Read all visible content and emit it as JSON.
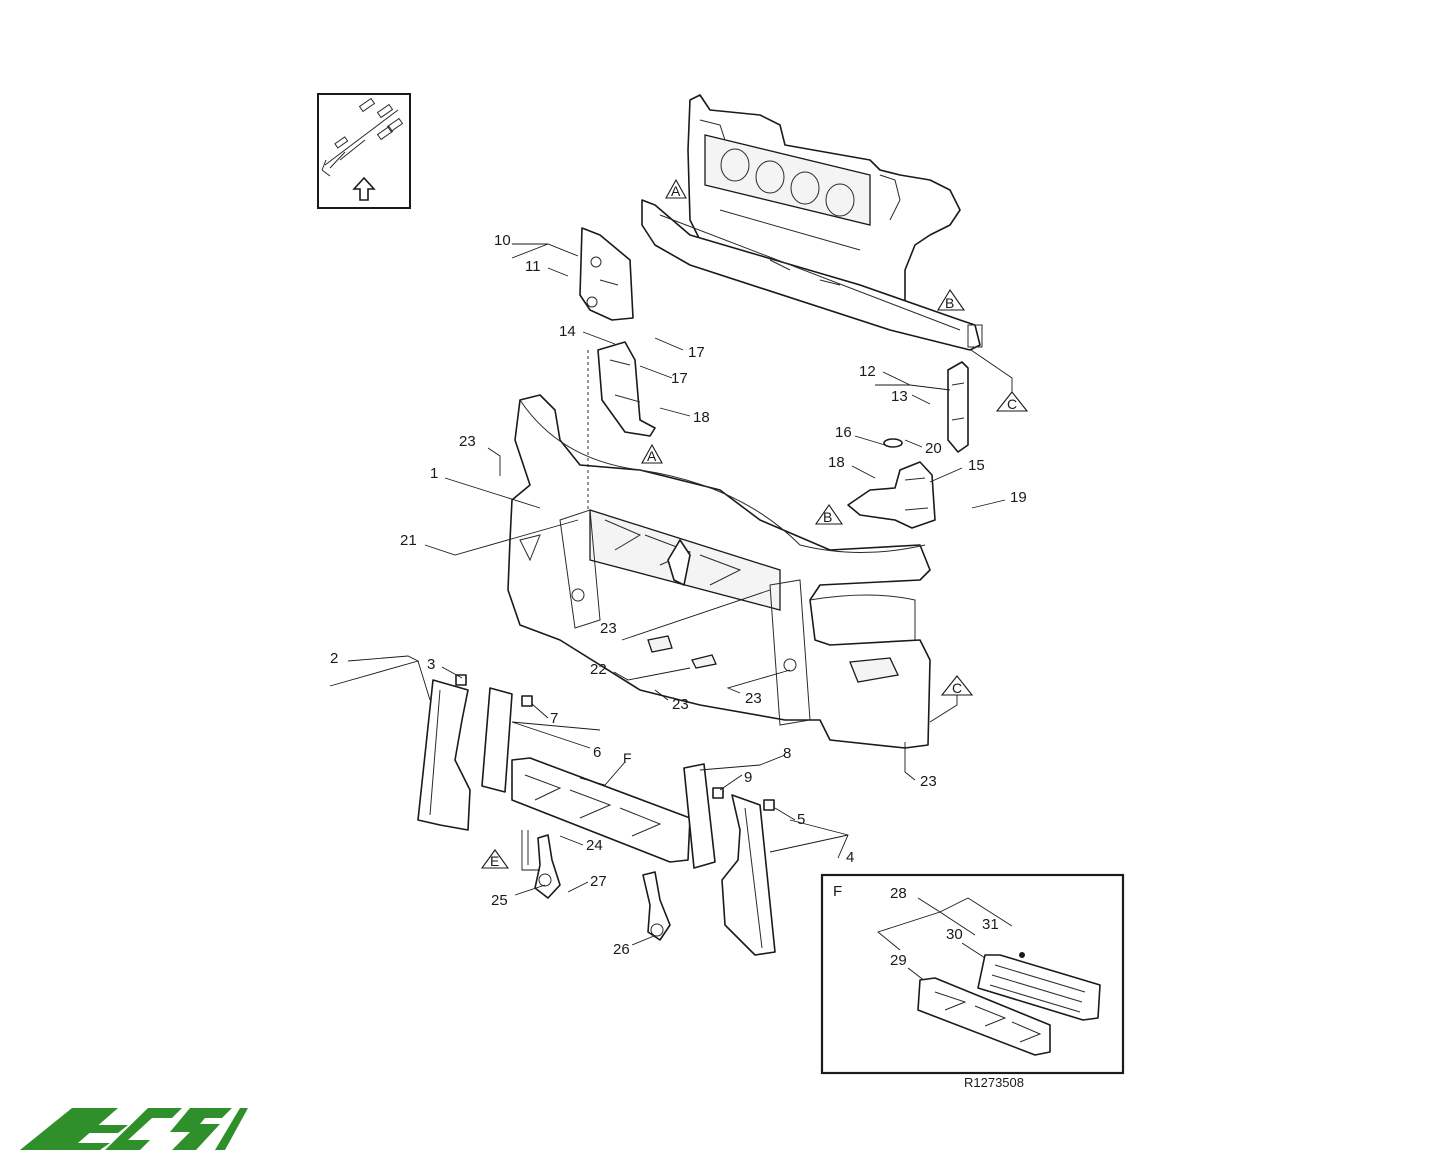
{
  "drawing": {
    "reference": "R1273508",
    "detail_label": "F",
    "callouts": [
      {
        "id": "c1",
        "label": "1"
      },
      {
        "id": "c2",
        "label": "2"
      },
      {
        "id": "c3",
        "label": "3"
      },
      {
        "id": "c4",
        "label": "4"
      },
      {
        "id": "c5",
        "label": "5"
      },
      {
        "id": "c6",
        "label": "6"
      },
      {
        "id": "c7",
        "label": "7"
      },
      {
        "id": "c8",
        "label": "8"
      },
      {
        "id": "c9",
        "label": "9"
      },
      {
        "id": "c10",
        "label": "10"
      },
      {
        "id": "c11",
        "label": "11"
      },
      {
        "id": "c12",
        "label": "12"
      },
      {
        "id": "c13",
        "label": "13"
      },
      {
        "id": "c14",
        "label": "14"
      },
      {
        "id": "c15",
        "label": "15"
      },
      {
        "id": "c16",
        "label": "16"
      },
      {
        "id": "c17a",
        "label": "17"
      },
      {
        "id": "c17b",
        "label": "17"
      },
      {
        "id": "c18a",
        "label": "18"
      },
      {
        "id": "c18b",
        "label": "18"
      },
      {
        "id": "c19",
        "label": "19"
      },
      {
        "id": "c20",
        "label": "20"
      },
      {
        "id": "c21",
        "label": "21"
      },
      {
        "id": "c22",
        "label": "22"
      },
      {
        "id": "c23a",
        "label": "23"
      },
      {
        "id": "c23b",
        "label": "23"
      },
      {
        "id": "c23c",
        "label": "23"
      },
      {
        "id": "c23d",
        "label": "23"
      },
      {
        "id": "c23e",
        "label": "23"
      },
      {
        "id": "c24",
        "label": "24"
      },
      {
        "id": "c25",
        "label": "25"
      },
      {
        "id": "c26",
        "label": "26"
      },
      {
        "id": "c27",
        "label": "27"
      },
      {
        "id": "c28",
        "label": "28"
      },
      {
        "id": "c29",
        "label": "29"
      },
      {
        "id": "c30",
        "label": "30"
      },
      {
        "id": "c31",
        "label": "31"
      }
    ],
    "reference_marks": [
      {
        "id": "rA1",
        "label": "A"
      },
      {
        "id": "rA2",
        "label": "A"
      },
      {
        "id": "rB1",
        "label": "B"
      },
      {
        "id": "rB2",
        "label": "B"
      },
      {
        "id": "rC1",
        "label": "C"
      },
      {
        "id": "rC2",
        "label": "C"
      },
      {
        "id": "rE",
        "label": "E"
      },
      {
        "id": "rF",
        "label": "F"
      }
    ]
  },
  "colors": {
    "line": "#1a1a1a",
    "logo_green": "#2f8f2a"
  },
  "icons": {
    "orientation": "orientation-arrow-icon",
    "logo": "company-logo"
  }
}
